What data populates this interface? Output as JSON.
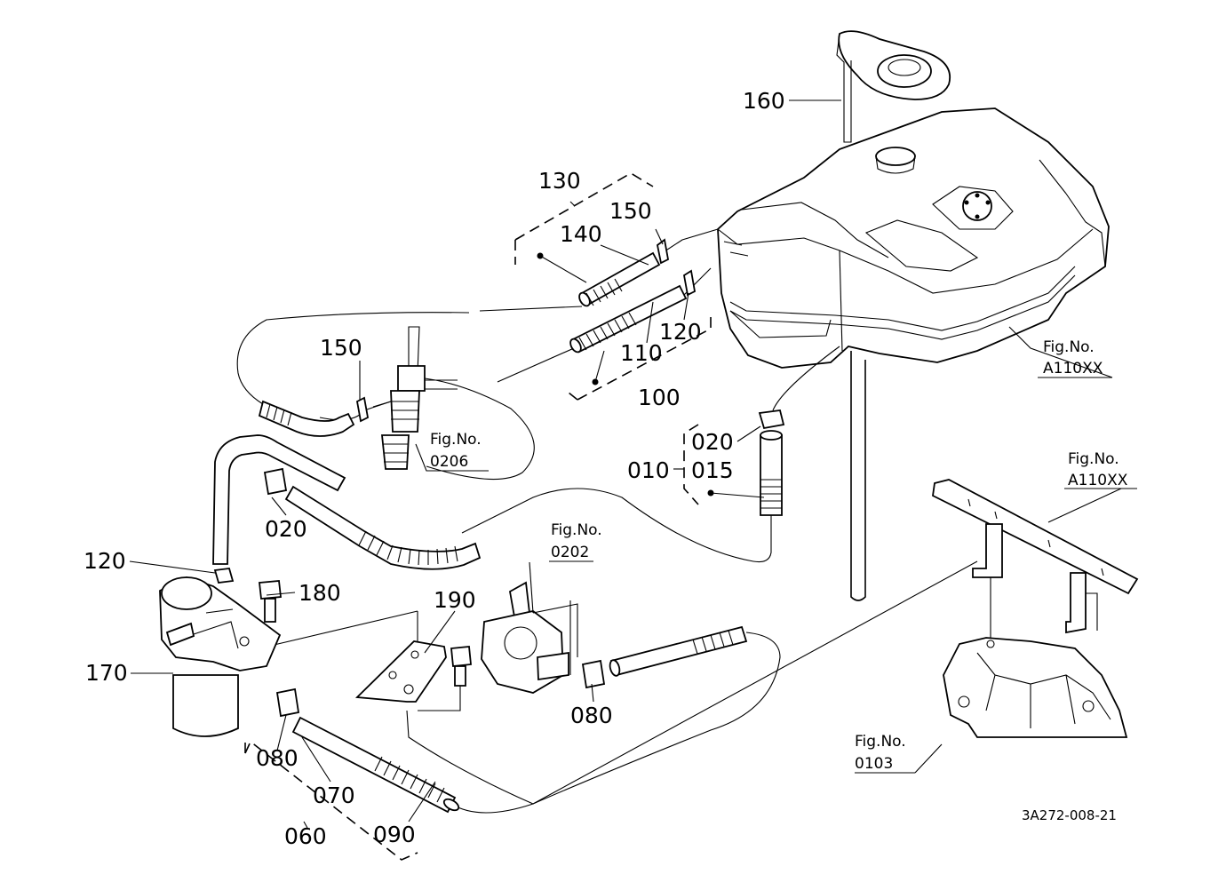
{
  "parts": {
    "p010": "010",
    "p015": "015",
    "p020a": "020",
    "p020b": "020",
    "p060": "060",
    "p070": "070",
    "p080a": "080",
    "p080b": "080",
    "p090": "090",
    "p100": "100",
    "p110": "110",
    "p120a": "120",
    "p120b": "120",
    "p130": "130",
    "p140": "140",
    "p150a": "150",
    "p150b": "150",
    "p160": "160",
    "p170": "170",
    "p180": "180",
    "p190": "190"
  },
  "refs": {
    "tank": {
      "label": "Fig.No.",
      "code": "A110XX"
    },
    "frame": {
      "label": "Fig.No.",
      "code": "A110XX"
    },
    "injector": {
      "label": "Fig.No.",
      "code": "0206"
    },
    "pump": {
      "label": "Fig.No.",
      "code": "0202"
    },
    "engine": {
      "label": "Fig.No.",
      "code": "0103"
    }
  },
  "drawing_code": "3A272-008-21"
}
